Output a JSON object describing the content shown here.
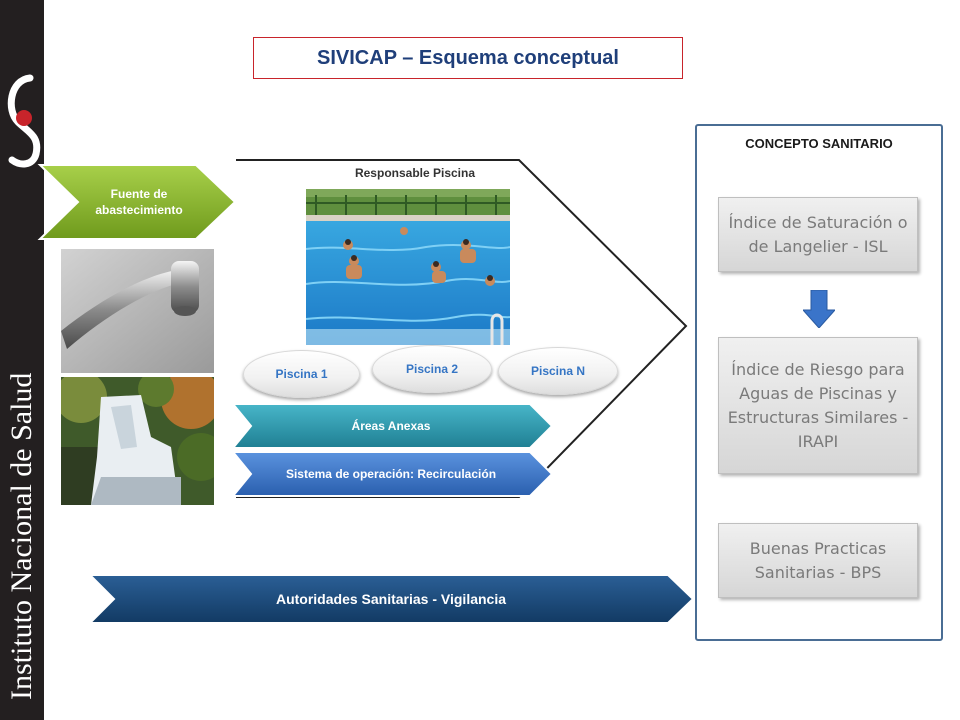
{
  "title": "SIVICAP – Esquema conceptual",
  "brand": {
    "name": "Instituto Nacional de Salud",
    "strip_color": "#231f20",
    "accent_color": "#c8242b"
  },
  "responsable": "Responsable Piscina",
  "fuente": {
    "label": "Fuente de abastecimiento",
    "color": "#8dbb2c"
  },
  "pools": [
    {
      "label": "Piscina 1"
    },
    {
      "label": "Piscina 2"
    },
    {
      "label": "Piscina N"
    }
  ],
  "areas_anexas": {
    "label": "Áreas Anexas",
    "color": "#2f9bb0"
  },
  "sistema": {
    "label": "Sistema de operación: Recirculación",
    "color": "#3a74c9"
  },
  "autoridades": {
    "label": "Autoridades Sanitarias - Vigilancia",
    "color": "#1e4a7c"
  },
  "concepto": {
    "title": "CONCEPTO  SANITARIO",
    "items": [
      {
        "label": "Índice de Saturación o de Langelier - ISL"
      },
      {
        "label": "Índice de Riesgo para Aguas de Piscinas  y Estructuras Similares - IRAPI"
      },
      {
        "label": "Buenas Practicas Sanitarias - BPS"
      }
    ],
    "arrow_color": "#3a74c9"
  }
}
